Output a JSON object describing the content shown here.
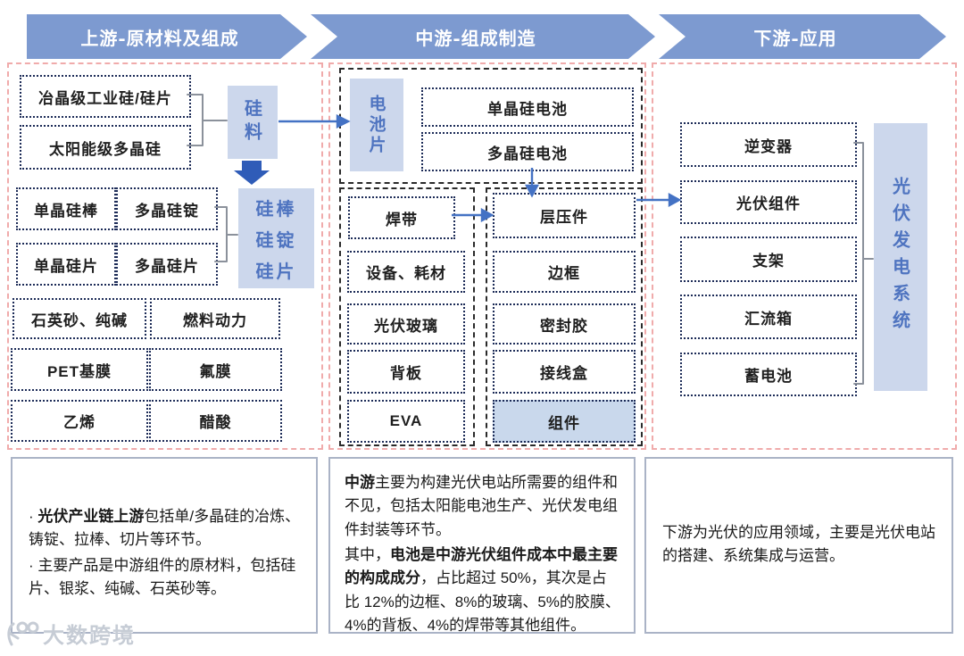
{
  "headers": [
    "上游-原材料及组成",
    "中游-组成制造",
    "下游-应用"
  ],
  "upstream": {
    "feed": [
      "冶晶级工业硅/硅片",
      "太阳能级多晶硅"
    ],
    "silicon": "硅料",
    "ingot_items": [
      "单晶硅棒",
      "多晶硅锭",
      "单晶硅片",
      "多晶硅片"
    ],
    "ingot_label": [
      "硅棒",
      "硅锭",
      "硅片"
    ],
    "aux": [
      "石英砂、纯碱",
      "燃料动力",
      "PET基膜",
      "氟膜",
      "乙烯",
      "醋酸"
    ]
  },
  "midstream": {
    "cell_box": "电池片",
    "cells": [
      "单晶硅电池",
      "多晶硅电池"
    ],
    "materials": [
      "焊带",
      "设备、耗材",
      "光伏玻璃",
      "背板",
      "EVA"
    ],
    "components": [
      "层压件",
      "边框",
      "密封胶",
      "接线盒",
      "组件"
    ]
  },
  "downstream": {
    "items": [
      "逆变器",
      "光伏组件",
      "支架",
      "汇流箱",
      "蓄电池"
    ],
    "system": "光伏发电系统"
  },
  "notes": {
    "upstream": {
      "b1_pre": "· ",
      "b1_bold": "光伏产业链上游",
      "b1_rest": "包括单/多晶硅的冶炼、铸锭、拉棒、切片等环节。",
      "b2": "· 主要产品是中游组件的原材料，包括硅片、银浆、纯碱、石英砂等。"
    },
    "midstream": {
      "p1_bold": "中游",
      "p1_rest": "主要为构建光伏电站所需要的组件和不见，包括太阳能电池生产、光伏发电组件封装等环节。",
      "p2_pre": "其中，",
      "p2_bold": "电池是中游光伏组件成本中最主要的构成成分",
      "p2_rest": "，占比超过 50%，其次是占比 12%的边框、8%的玻璃、5%的胶膜、4%的背板、4%的焊带等其他组件。"
    },
    "downstream": {
      "text": "下游为光伏的应用领域，主要是光伏电站的搭建、系统集成与运营。"
    }
  },
  "watermark": {
    "text": "大数跨境"
  },
  "colors": {
    "header_blue": "#7d9ad0",
    "panel_blue": "#ccd7ec",
    "text_blue": "#4f74c0",
    "arrow_blue": "#4472c4",
    "pink_border": "#f0abab",
    "navy_border": "#1c2b57",
    "module_fill": "#c9d8ec"
  }
}
